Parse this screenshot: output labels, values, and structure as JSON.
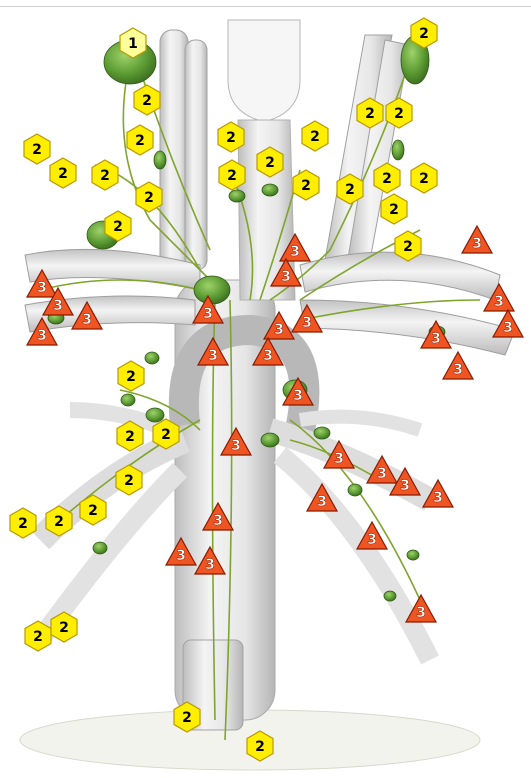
{
  "colors": {
    "hex_fill": "#ffee00",
    "hex_stroke": "#b89a00",
    "hex_primary_fill": "#ffff99",
    "hex_text": "#000000",
    "tri_fill": "#ee5522",
    "tri_stroke": "#8a1a00",
    "tri_text": "#ffffff",
    "node": "#5c9b33",
    "vessel": "#e8e8e8",
    "vessel_edge": "#9a9a9a",
    "lymph": "#7fa52c"
  },
  "markers": {
    "primary": "1",
    "secondary": "2",
    "tertiary": "3"
  },
  "icons": {
    "primary_marker": "pale-yellow-hexagon",
    "secondary_marker": "yellow-hexagon",
    "tertiary_marker": "orange-triangle"
  }
}
